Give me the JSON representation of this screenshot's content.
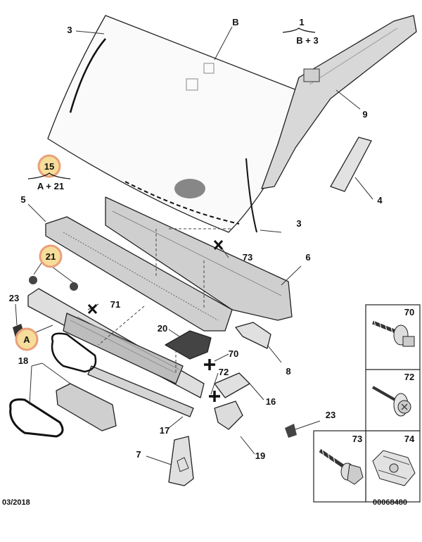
{
  "callouts": {
    "c1": "1",
    "c1_formula": "B + 3",
    "cB": "B",
    "c3_top": "3",
    "c3_right": "3",
    "c9": "9",
    "c4": "4",
    "c5": "5",
    "c6": "6",
    "c15": "15",
    "c15_formula": "A + 21",
    "c21": "21",
    "c23_left": "23",
    "cA": "A",
    "c71": "71",
    "c73": "73",
    "c20": "20",
    "c70": "70",
    "c72": "72",
    "c8": "8",
    "c18": "18",
    "c16": "16",
    "c17": "17",
    "c19": "19",
    "c23_right": "23",
    "c7": "7"
  },
  "fastener_panel": {
    "items": [
      {
        "label": "70",
        "icon": "flange-screw-icon"
      },
      {
        "label": "72",
        "icon": "tapping-screw-washer-icon"
      },
      {
        "label": "73",
        "icon": "hex-bolt-icon"
      },
      {
        "label": "74",
        "icon": "clip-nut-icon"
      }
    ]
  },
  "footer": {
    "date": "03/2018",
    "ref_number": "00068480"
  },
  "colors": {
    "highlight_fill": "#f6dd9a",
    "highlight_ring": "#e9a07a",
    "line": "#222222",
    "part_fill": "#dcdcdc"
  }
}
